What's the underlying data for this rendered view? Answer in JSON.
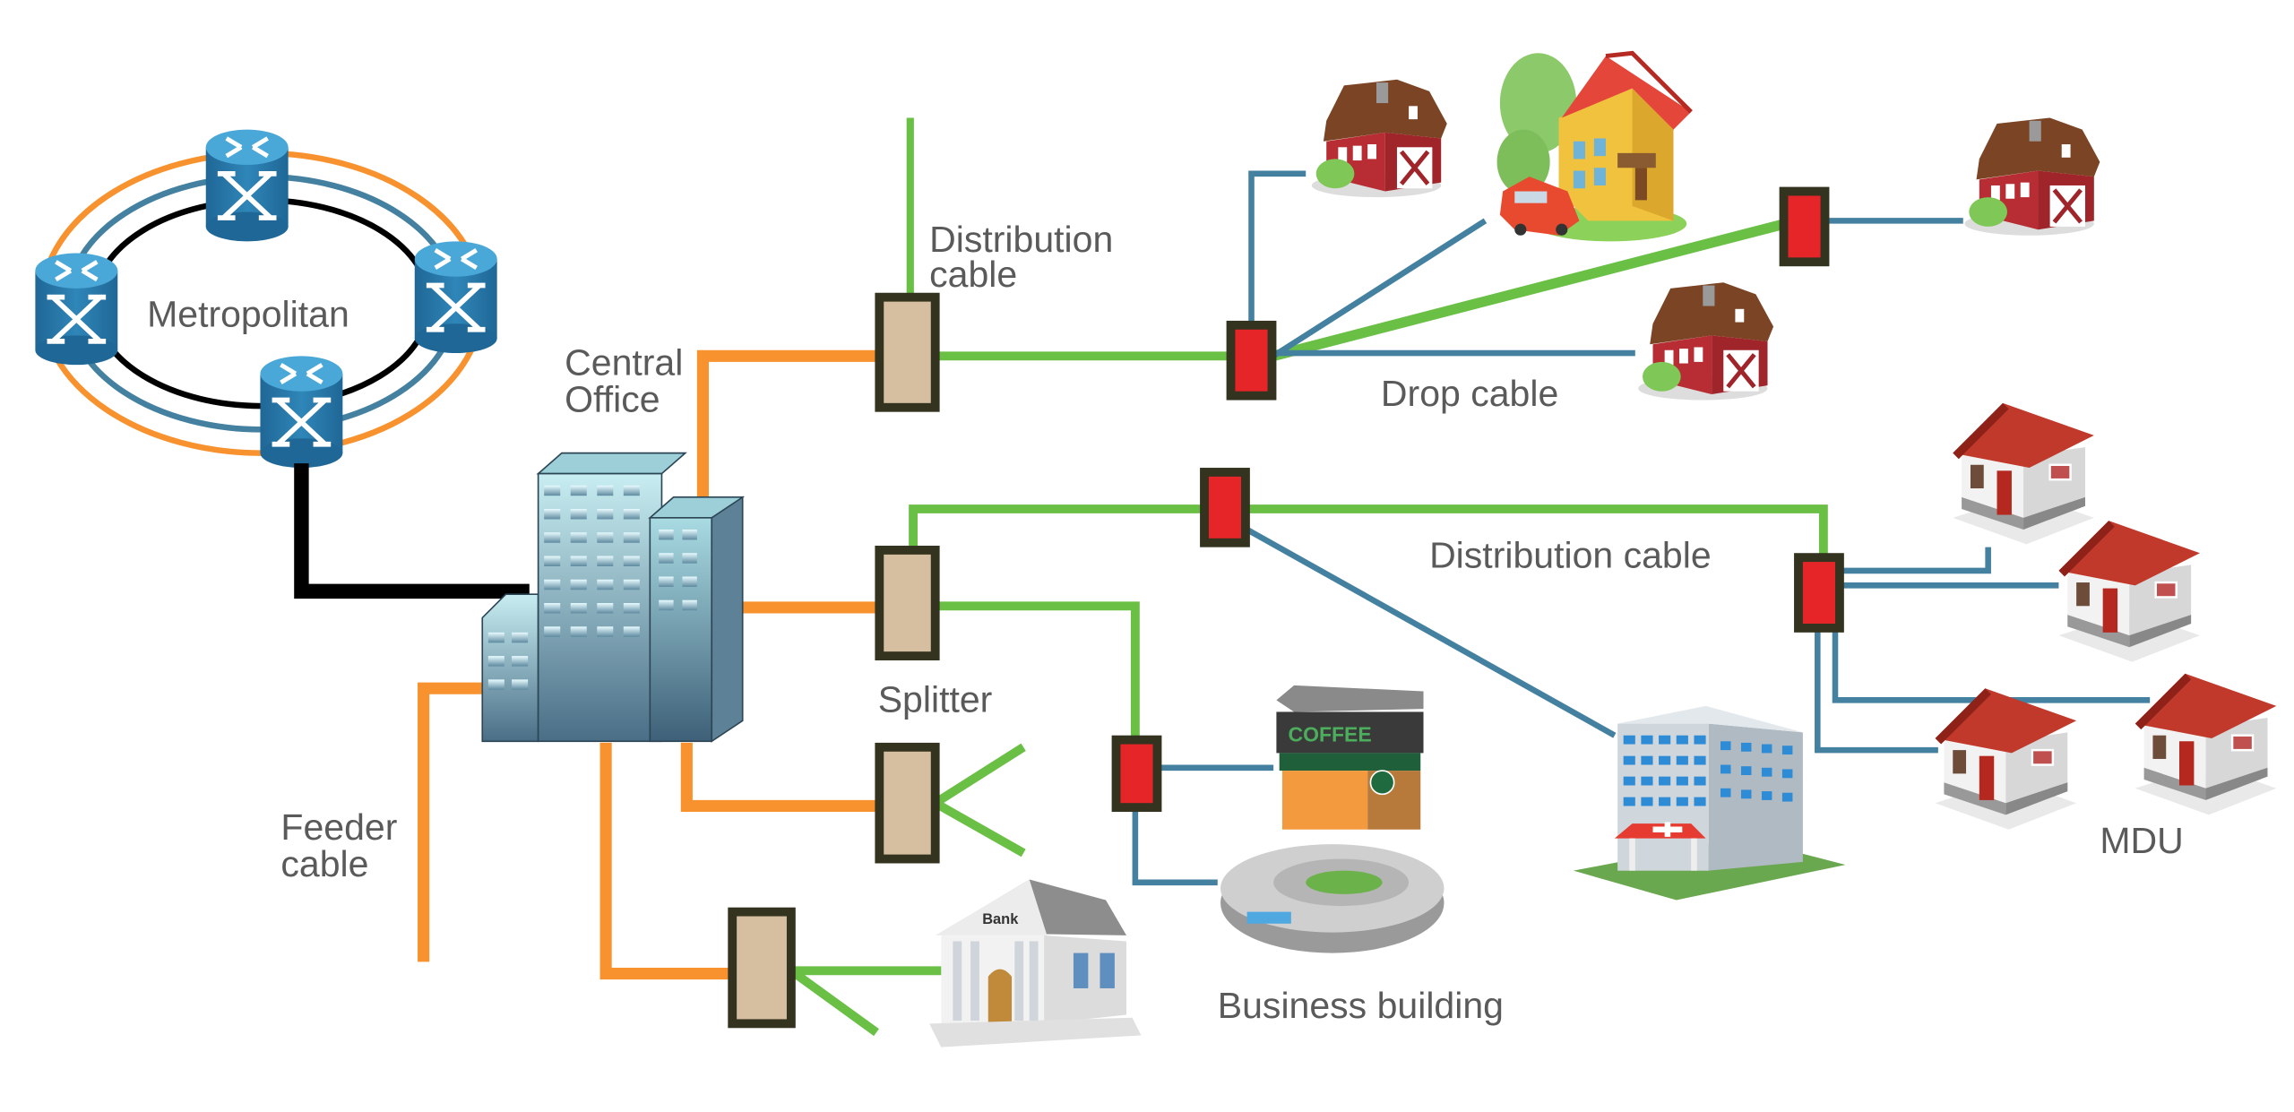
{
  "title": "FTTx access network topology",
  "labels": {
    "metropolitan": "Metropolitan",
    "central_office_line1": "Central",
    "central_office_line2": "Office",
    "distribution_cable_top_line1": "Distribution",
    "distribution_cable_top_line2": "cable",
    "drop_cable": "Drop cable",
    "distribution_cable_mid": "Distribution cable",
    "splitter": "Splitter",
    "feeder_cable_line1": "Feeder",
    "feeder_cable_line2": "cable",
    "business_building": "Business building",
    "mdu": "MDU",
    "bank_sign": "Bank",
    "coffee_sign": "COFFEE"
  },
  "colors": {
    "feeder_cable": "#f7922f",
    "distribution_cable": "#6abf45",
    "drop_cable": "#44809f",
    "metro_link": "#000000",
    "splitter_fill": "#d5bfa0",
    "splitter_border": "#33331f",
    "tap_fill": "#e52528",
    "router": "#2a7bab",
    "label_text": "#5a5a5a"
  },
  "nodes": {
    "routers": [
      "router-top",
      "router-left",
      "router-right",
      "router-bottom"
    ],
    "splitters": [
      "splitter-1",
      "splitter-2",
      "splitter-3",
      "splitter-4"
    ],
    "taps": [
      "tap-1",
      "tap-2",
      "tap-3",
      "tap-4",
      "tap-5"
    ],
    "endpoints": [
      "barn-1",
      "yellow-house",
      "barn-2",
      "barn-3",
      "hospital",
      "coffee-shop",
      "stadium",
      "bank",
      "mdu-house-1",
      "mdu-house-2",
      "mdu-house-3",
      "mdu-house-4"
    ]
  }
}
